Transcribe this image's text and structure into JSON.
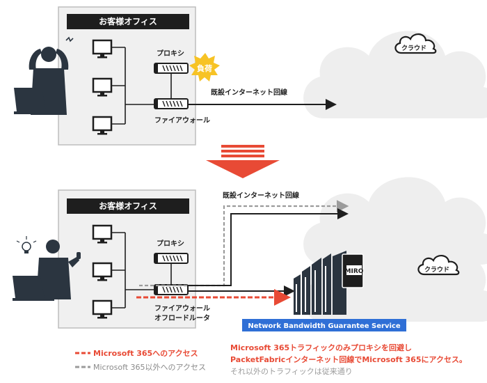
{
  "top": {
    "office_title": "お客様オフィス",
    "proxy_label": "プロキシ",
    "load_badge": "負荷",
    "firewall_label": "ファイアウォール",
    "internet_label": "既設インターネット回線",
    "cloud_label": "クラウド"
  },
  "bottom": {
    "office_title": "お客様オフィス",
    "proxy_label": "プロキシ",
    "firewall_label_1": "ファイアウォール",
    "firewall_label_2": "オフロードルータ",
    "internet_label": "既設インターネット回線",
    "cloud_label": "クラウド",
    "miro_label": "MIRO",
    "service_label": "Network Bandwidth Guarantee Service"
  },
  "legend": {
    "ms365_access": "Microsoft 365へのアクセス",
    "other_access": "Microsoft 365以外へのアクセス"
  },
  "note": {
    "line1": "Microsoft 365トラフィックのみプロキシを回避し",
    "line2": "PacketFabricインターネット回線でMicrosoft 365にアクセス。",
    "line3": "それ以外のトラフィックは従来通り"
  },
  "colors": {
    "accent_red": "#e84a35",
    "dark": "#1e1e1e",
    "gray_dash": "#9b9b9b",
    "service_blue": "#2f6fd6",
    "badge_yellow": "#f7c325"
  }
}
